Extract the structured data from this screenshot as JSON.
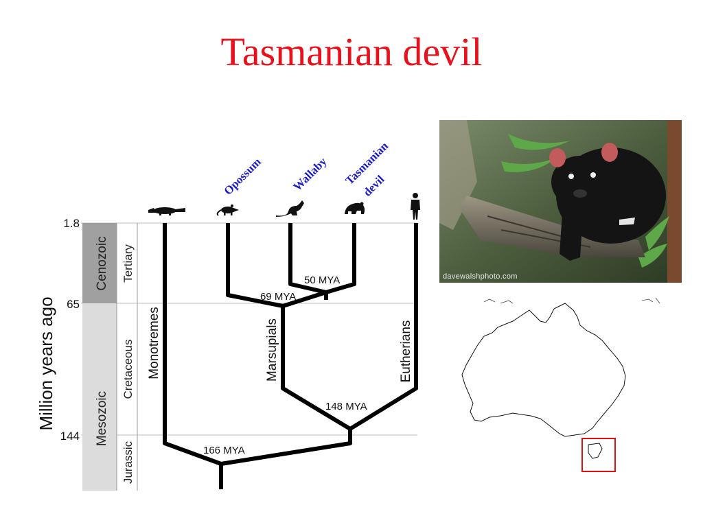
{
  "title": "Tasmanian devil",
  "axis": {
    "label": "Million years ago",
    "ticks": [
      "1.8",
      "65",
      "144"
    ]
  },
  "eras": [
    "Cenozoic",
    "Mesozoic"
  ],
  "periods": [
    "Tertiary",
    "Cretaceous",
    "Jurassic"
  ],
  "taxa": [
    "Opossum",
    "Wallaby",
    "Tasmanian",
    "devil"
  ],
  "groups": [
    "Monotremes",
    "Marsupials",
    "Eutherians"
  ],
  "divergences": [
    "50 MYA",
    "69 MYA",
    "148 MYA",
    "166 MYA"
  ],
  "photo": {
    "credit": "davewalshphoto.com",
    "subject": "Tasmanian devil"
  },
  "map": {
    "region": "Australia",
    "highlight": "Tasmania",
    "highlight_color": "#dd1111"
  },
  "colors": {
    "title": "#e8101a",
    "taxa_labels": "#1c1ccc",
    "cenozoic_band": "#a0a0a0",
    "mesozoic_band": "#dcdcdc"
  }
}
